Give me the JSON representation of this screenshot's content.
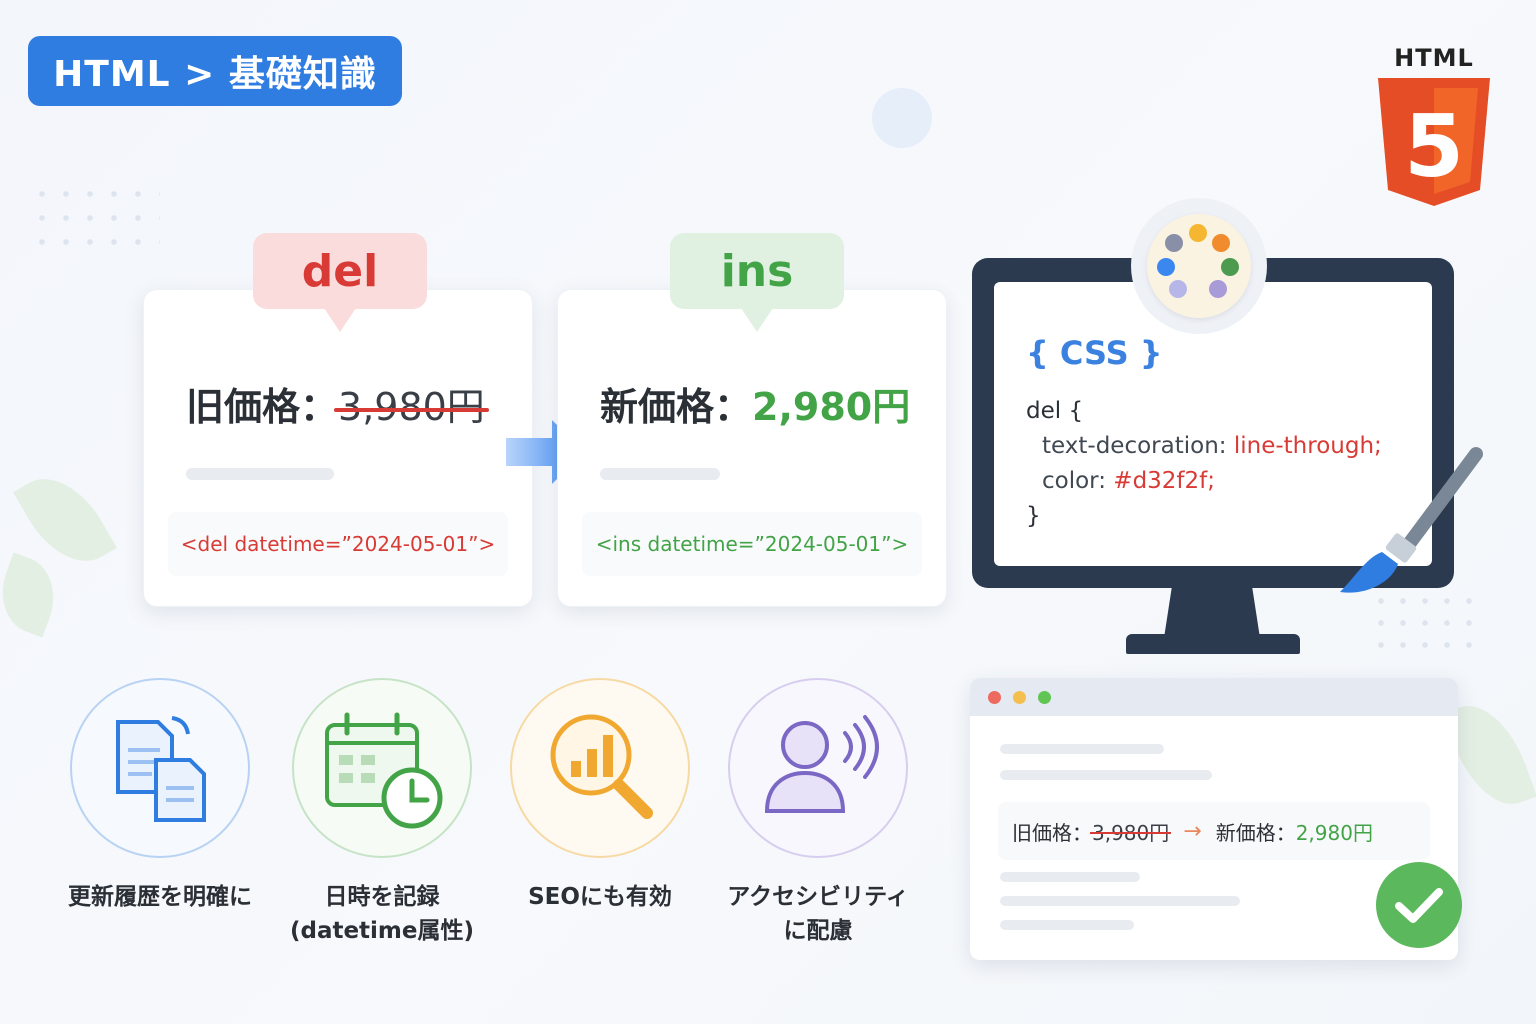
{
  "header": {
    "breadcrumb": "HTML > 基礎知識",
    "logo_label": "HTML",
    "logo_number": "5"
  },
  "del_card": {
    "tag": "del",
    "price_label": "旧価格：",
    "price_value": "3,980円",
    "code": "<del datetime=”2024-05-01”>"
  },
  "ins_card": {
    "tag": "ins",
    "price_label": "新価格：",
    "price_value": "2,980円",
    "code": "<ins datetime=”2024-05-01”>"
  },
  "css_panel": {
    "title": "{ CSS }",
    "selector_line": "del {",
    "prop1": "text-decoration:",
    "val1": "line-through;",
    "prop2": "color:",
    "val2": "#d32f2f;",
    "close": "}"
  },
  "browser_result": {
    "old_label": "旧価格：",
    "old_value": "3,980円",
    "arrow": "→",
    "new_label": "新価格：",
    "new_value": "2,980円"
  },
  "features": [
    {
      "line1": "更新履歴を明確に",
      "line2": "",
      "icon": "documents-icon"
    },
    {
      "line1": "日時を記録",
      "line2": "(datetime属性)",
      "icon": "calendar-clock-icon"
    },
    {
      "line1": "SEOにも有効",
      "line2": "",
      "icon": "search-chart-icon"
    },
    {
      "line1": "アクセシビリティ",
      "line2": "に配慮",
      "icon": "user-voice-icon"
    }
  ],
  "colors": {
    "primary_blue": "#2f7de1",
    "del_red": "#d83b36",
    "ins_green": "#42a347",
    "html5_orange": "#e44d26",
    "monitor_navy": "#2b3a4e",
    "check_green": "#5cb85c"
  }
}
